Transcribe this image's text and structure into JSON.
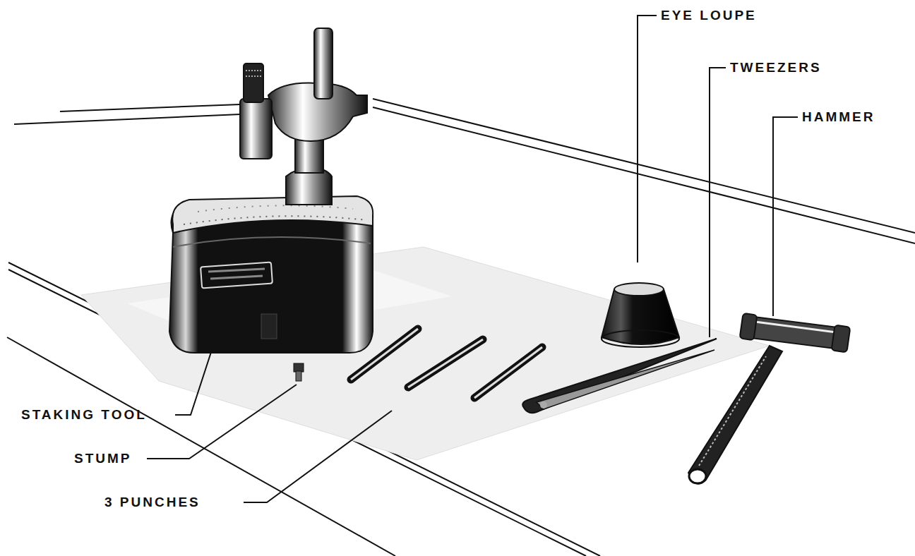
{
  "diagram": {
    "labels": [
      "EYE LOUPE",
      "TWEEZERS",
      "HAMMER",
      "STAKING TOOL",
      "STUMP",
      "3 PUNCHES"
    ]
  }
}
